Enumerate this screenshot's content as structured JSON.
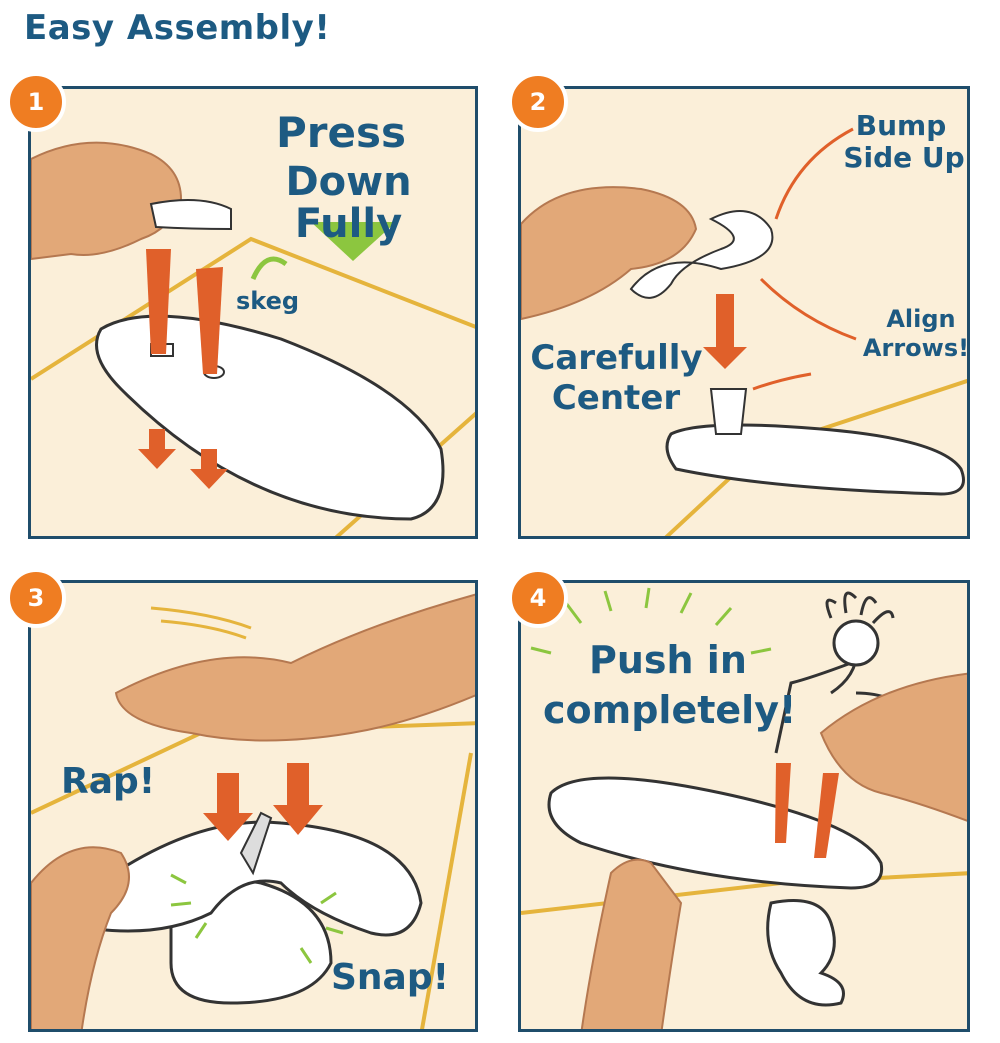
{
  "title": "Easy Assembly!",
  "steps": [
    {
      "number": "1",
      "labels": {
        "press": "Press",
        "down": "Down Fully",
        "skeg": "skeg"
      }
    },
    {
      "number": "2",
      "labels": {
        "bump1": "Bump",
        "bump2": "Side Up",
        "align1": "Align",
        "align2": "Arrows!",
        "center1": "Carefully",
        "center2": "Center"
      }
    },
    {
      "number": "3",
      "labels": {
        "rap": "Rap!",
        "snap": "Snap!"
      }
    },
    {
      "number": "4",
      "labels": {
        "push1": "Push in",
        "push2": "completely!"
      }
    }
  ],
  "colors": {
    "panel_bg": "#fbefd9",
    "border": "#1f4d6b",
    "text": "#1d5a82",
    "badge": "#ef7d22",
    "arrow": "#e0602a",
    "green": "#8cc63f",
    "skin": "#e2a878",
    "table": "#e5b43c"
  }
}
